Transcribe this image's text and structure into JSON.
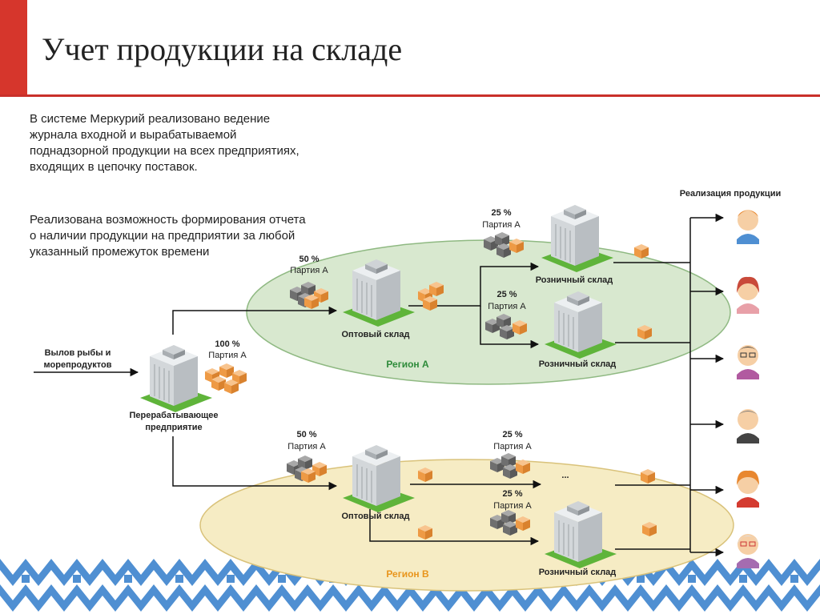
{
  "title": "Учет продукции на складе",
  "paragraphs": [
    "В системе Меркурий реализовано ведение журнала входной и вырабатываемой поднадзорной продукции на всех предприятиях, входящих в цепочку поставок.",
    "Реализована возможность формирования отчета о наличии продукции на предприятии за любой указанный промежуток времени"
  ],
  "diagram": {
    "input_label_1": "Вылов рыбы и",
    "input_label_2": "морепродуктов",
    "processor_label_1": "Перерабатывающее",
    "processor_label_2": "предприятие",
    "lot_100_pct": "100 %",
    "lot_50_pct": "50 %",
    "lot_25_pct": "25 %",
    "lot_name": "Партия А",
    "wholesale": "Оптовый склад",
    "retail": "Розничный склад",
    "region_a": "Регион А",
    "region_b": "Регион В",
    "sales_title": "Реализация продукции",
    "ellipsis": "...",
    "colors": {
      "accent": "#d6362c",
      "region_a_fill": "#d8e8cf",
      "region_a_text": "#2e8b3a",
      "region_b_fill": "#f6ecc4",
      "region_b_text": "#e8951c",
      "box": "#f2a55a",
      "box_gray": "#888888"
    }
  }
}
